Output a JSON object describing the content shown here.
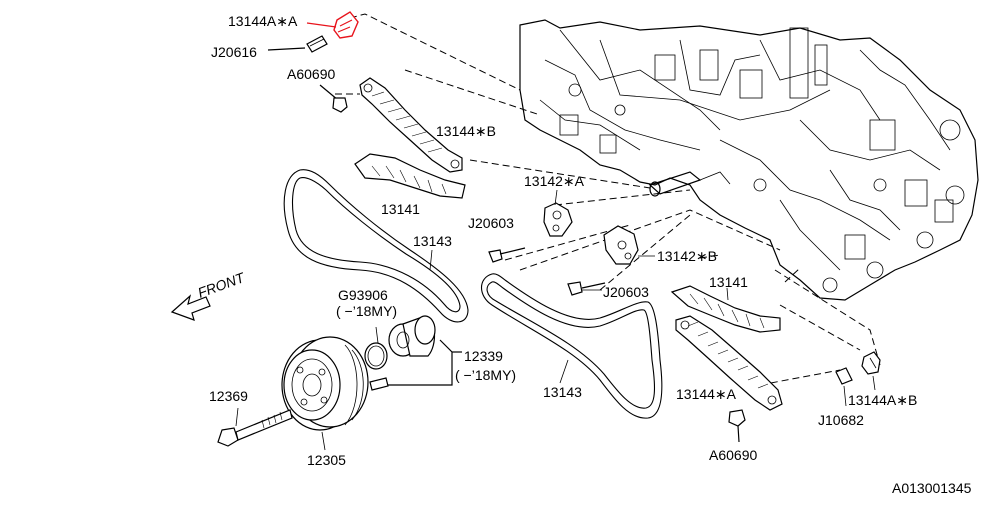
{
  "labels": {
    "tensioner_a": "13144A∗A",
    "j20616": "J20616",
    "a60690_top": "A60690",
    "tensioner_arm_b": "13144∗B",
    "guide_top": "13141",
    "chain_left": "13143",
    "guide_a": "13142∗A",
    "j20603_top": "J20603",
    "guide_b": "13142∗B",
    "j20603_mid": "J20603",
    "guide_right": "13141",
    "g93906": "G93906",
    "g93906_note": "( −’18MY)",
    "sprocket": "12339",
    "sprocket_note": "( −’18MY)",
    "chain_center": "13143",
    "arm_a": "13144∗A",
    "a60690_bottom": "A60690",
    "tensioner_b": "13144A∗B",
    "j10682": "J10682",
    "bolt": "12369",
    "pulley": "12305",
    "front": "FRONT",
    "diagram_code": "A013001345"
  },
  "colors": {
    "highlight": "#e8141c",
    "ink": "#000000"
  }
}
